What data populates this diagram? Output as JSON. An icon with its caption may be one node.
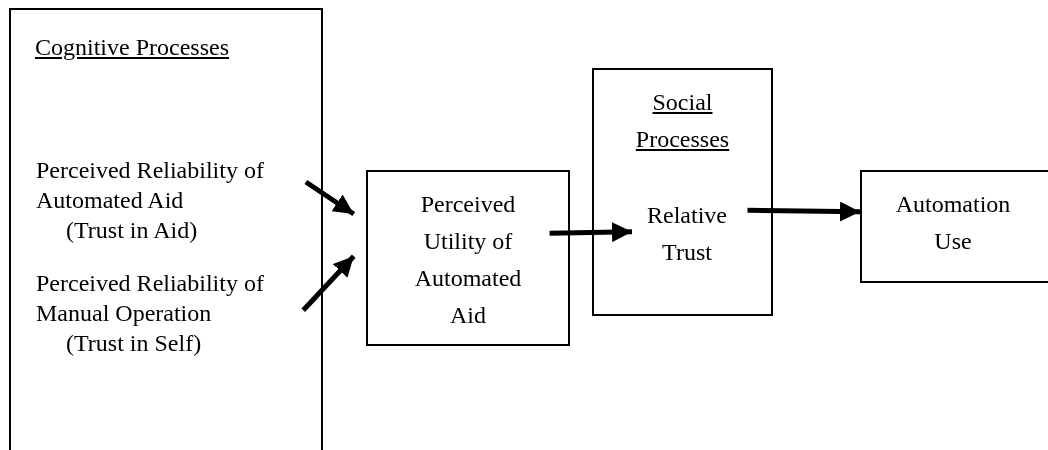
{
  "diagram": {
    "nodes": [
      {
        "text": [
          "Cognitive Processes"
        ]
      },
      {
        "text": [
          "Perceived Reliability of Automated Aid",
          "(Trust in Aid)"
        ],
        "in": 0
      },
      {
        "text": [
          "Perceived Reliability of Manual Operation",
          "(Trust in Self)"
        ],
        "in": 0
      },
      {
        "text": [
          "Perceived Utility of Automated Aid"
        ]
      },
      {
        "text": [
          "Social Processes"
        ]
      },
      {
        "text": [
          "Relative Trust"
        ],
        "in": 4
      },
      {
        "text": [
          "Automation Use"
        ]
      }
    ],
    "edges": [
      {
        "from": 1,
        "to": 3,
        "arrow": "to"
      },
      {
        "from": 2,
        "to": 3,
        "arrow": "to"
      },
      {
        "from": 3,
        "to": 5,
        "arrow": "to"
      },
      {
        "from": 5,
        "to": 6,
        "arrow": "to"
      }
    ]
  }
}
